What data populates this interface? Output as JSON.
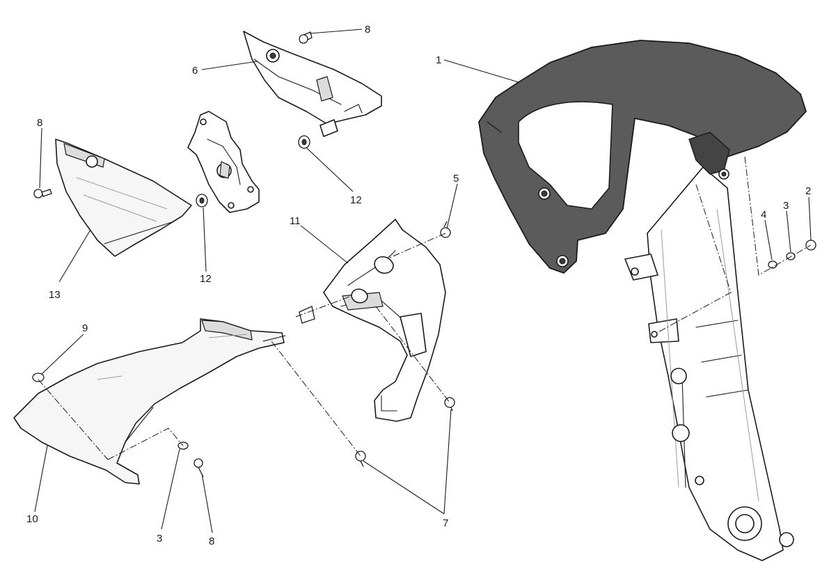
{
  "callouts": {
    "c1": "1",
    "c2": "2",
    "c3": "3",
    "c3b": "3",
    "c4": "4",
    "c5": "5",
    "c6": "6",
    "c7": "7",
    "c8a": "8",
    "c8b": "8",
    "c8c": "8",
    "c9": "9",
    "c10": "10",
    "c11": "11",
    "c12a": "12",
    "c12b": "12",
    "c13": "13"
  },
  "colors": {
    "line": "#1a1a1a",
    "mudguard_fill": "#5b5b5b",
    "background": "#ffffff"
  }
}
